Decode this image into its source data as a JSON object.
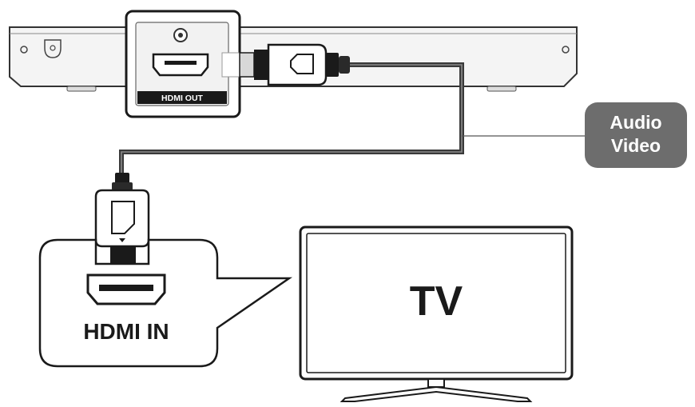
{
  "player": {
    "port_label": "HDMI OUT"
  },
  "signal_callout": {
    "line1": "Audio",
    "line2": "Video",
    "fill_color": "#6d6d6d",
    "text_color": "#ffffff"
  },
  "tv": {
    "label": "TV",
    "port_label": "HDMI IN"
  },
  "colors": {
    "outline": "#1a1a1a",
    "device_fill": "#f4f4f4",
    "cable": "#3a3a3a"
  }
}
